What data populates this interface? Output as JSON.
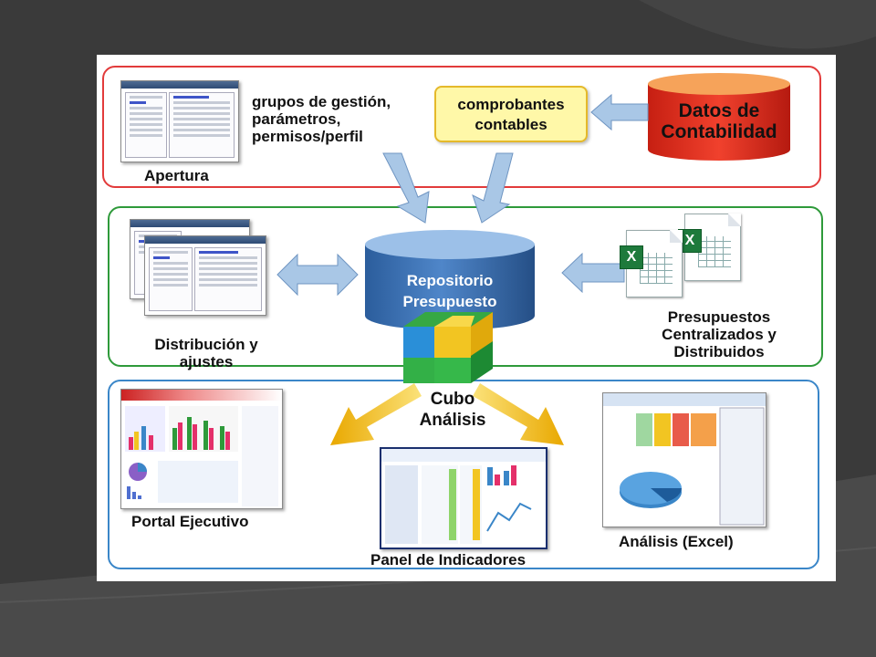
{
  "section_top": {
    "screenshot_label": "Apertura",
    "config_text": [
      "grupos de gestión,",
      "parámetros,",
      "permisos/perfil"
    ],
    "vouchers_box": [
      "comprobantes",
      "contables"
    ],
    "source_db": [
      "Datos de",
      "Contabilidad"
    ]
  },
  "section_middle": {
    "distribution_label": [
      "Distribución y",
      "ajustes"
    ],
    "repository": [
      "Repositorio",
      "Presupuesto"
    ],
    "budgets_label": [
      "Presupuestos",
      "Centralizados y",
      "Distribuidos"
    ],
    "excel_badge": "X"
  },
  "section_bottom": {
    "cube_label": [
      "Cubo",
      "Análisis"
    ],
    "portal_label": "Portal Ejecutivo",
    "panel_label": "Panel de Indicadores",
    "excel_label": "Análisis (Excel)"
  },
  "colors": {
    "top_border": "#e23b3b",
    "middle_border": "#2e9a3a",
    "bottom_border": "#3a86c8",
    "db_red": "#e8321f",
    "repo_blue": "#3f73b5",
    "arrow_blue": "#a9c7e6",
    "arrow_yellow": "#f2b705"
  }
}
